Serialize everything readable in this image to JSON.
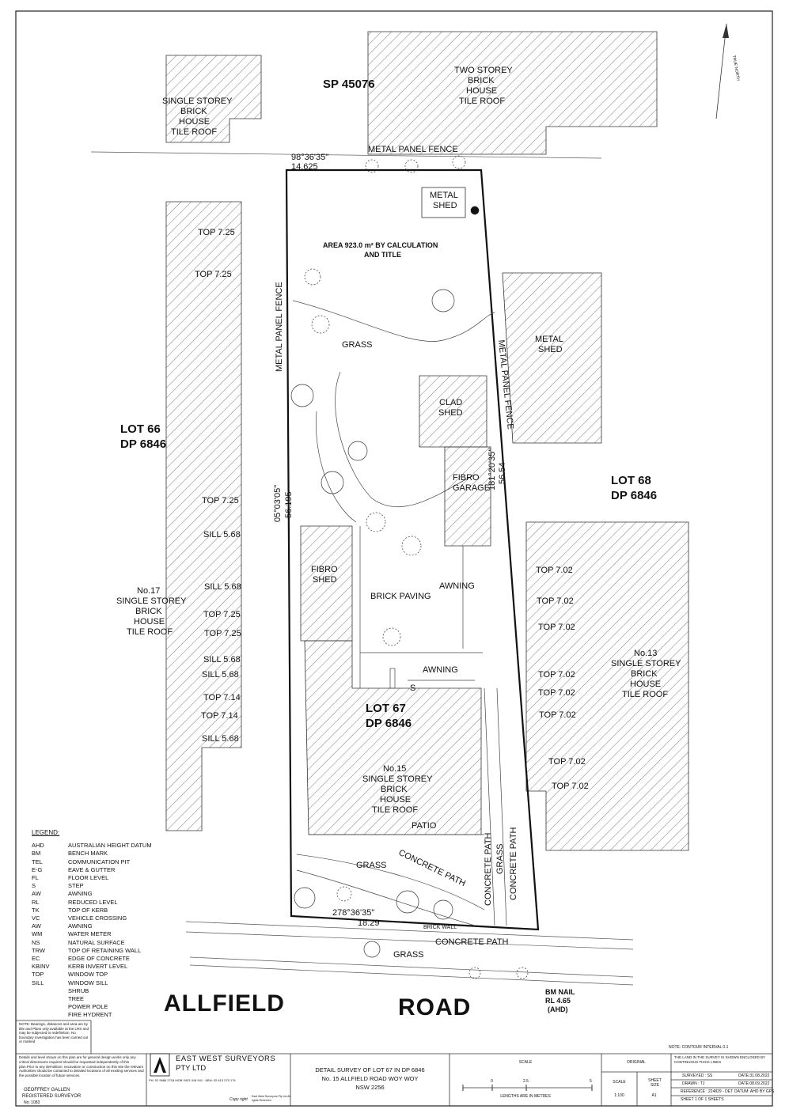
{
  "parcels": {
    "sp": "SP 45076",
    "lot66": [
      "LOT 66",
      "DP 6846"
    ],
    "lot67": [
      "LOT 67",
      "DP 6846"
    ],
    "lot68": [
      "LOT 68",
      "DP 6846"
    ]
  },
  "road": {
    "word1": "ALLFIELD",
    "word2": "ROAD"
  },
  "boundary": {
    "rear_bearing": "98°36'35\"",
    "rear_length": "14.625",
    "front_bearing": "278°36'35\"",
    "front_length": "18.29",
    "west_bearing": "05°03'05\"",
    "west_length": "56.195",
    "east_bearing": "181°20'35\"",
    "east_length": "56.54"
  },
  "area_note": [
    "AREA 923.0 m²  BY CALCULATION",
    "AND TITLE"
  ],
  "structures": {
    "single_storey_nw": [
      "SINGLE STOREY",
      "BRICK",
      "HOUSE",
      "TILE ROOF"
    ],
    "two_storey": [
      "TWO STOREY",
      "BRICK",
      "HOUSE",
      "TILE ROOF"
    ],
    "metal_shed_site": [
      "METAL",
      "SHED"
    ],
    "metal_shed_east": [
      "METAL",
      "SHED"
    ],
    "clad_shed": [
      "CLAD",
      "SHED"
    ],
    "fibro_garage": [
      "FIBRO",
      "GARAGE"
    ],
    "fibro_shed": [
      "FIBRO",
      "SHED"
    ],
    "awning_1": "AWNING",
    "awning_2": "AWNING",
    "brick_paving": "BRICK PAVING",
    "no15": [
      "No.15",
      "SINGLE STOREY",
      "BRICK",
      "HOUSE",
      "TILE ROOF"
    ],
    "no17": [
      "No.17",
      "SINGLE STOREY",
      "BRICK",
      "HOUSE",
      "TILE ROOF"
    ],
    "no13": [
      "No.13",
      "SINGLE STOREY",
      "BRICK",
      "HOUSE",
      "TILE ROOF"
    ],
    "patio": "PATIO",
    "step": "S"
  },
  "surface_labels": {
    "metal_fence_top": "METAL PANEL FENCE",
    "metal_fence_west": "METAL PANEL FENCE",
    "metal_fence_east": "METAL PANEL FENCE",
    "grass_upper": "GRASS",
    "grass_front": "GRASS",
    "grass_side": "GRASS",
    "grass_verge": "GRASS",
    "concrete_path_diag": "CONCRETE PATH",
    "concrete_path_v1": "CONCRETE PATH",
    "concrete_path_v2": "CONCRETE PATH",
    "concrete_path_road": "CONCRETE PATH",
    "brick_wall": "BRICK WALL"
  },
  "windows_west": [
    "TOP 7.25",
    "TOP 7.25",
    "TOP 7.25",
    "SILL 5.68",
    "SILL 5.68",
    "TOP 7.25",
    "TOP 7.25",
    "SILL 5.68",
    "SILL 5.68",
    "TOP 7.14",
    "TOP 7.14",
    "SILL 5.68"
  ],
  "windows_east": [
    "TOP 7.02",
    "TOP 7.02",
    "TOP 7.02",
    "TOP 7.02",
    "TOP 7.02",
    "TOP 7.02",
    "TOP 7.02",
    "TOP 7.02"
  ],
  "benchmark": [
    "BM NAIL",
    "RL  4.65",
    "(AHD)"
  ],
  "contour_note": "NOTE: CONTOUR INTERVAL  0.1",
  "legend": {
    "title": "LEGEND:",
    "items": [
      [
        "AHD",
        "AUSTRALIAN HEIGHT DATUM"
      ],
      [
        "BM",
        "BENCH MARK"
      ],
      [
        "TEL",
        "COMMUNICATION PIT"
      ],
      [
        "E-G",
        "EAVE & GUTTER"
      ],
      [
        "FL",
        "FLOOR LEVEL"
      ],
      [
        "S",
        "STEP"
      ],
      [
        "AW",
        "AWNING"
      ],
      [
        "RL",
        "REDUCED LEVEL"
      ],
      [
        "TK",
        "TOP OF KERB"
      ],
      [
        "VC",
        "VEHICLE CROSSING"
      ],
      [
        "AW",
        "AWNING"
      ],
      [
        "WM",
        "WATER METER"
      ],
      [
        "NS",
        "NATURAL SURFACE"
      ],
      [
        "TRW",
        "TOP OF RETAINING WALL"
      ],
      [
        "EC",
        "EDGE OF CONCRETE"
      ],
      [
        "KBINV",
        "KERB INVERT LEVEL"
      ],
      [
        "TOP",
        "WINDOW TOP"
      ],
      [
        "SILL",
        "WINDOW SILL"
      ],
      [
        "",
        "SHRUB"
      ],
      [
        "",
        "TREE"
      ],
      [
        "",
        "POWER POLE"
      ],
      [
        "",
        "FIRE HYDRENT"
      ]
    ]
  },
  "title_block": {
    "note": "NOTE: Bearings, distances and area are by title and Plans only available at the LRS and may be subjected to redefinition. No boundary investigation has been carried out or marked",
    "disclaimer": "Details and level shown on this plan are for general design works only any critical dimensions required should be requested independently of this plan.Prior to any demolition, excavation or construction on this site the relevant Authorities should be contacted to detailed locations of all existing services and the possible location of future services.",
    "surveyor_name": "GEOFFREY GALLEN",
    "surveyor_role": "REGISTERED SURVEYOR",
    "surveyor_no": "No: 1083",
    "company": [
      "EAST WEST SURVEYORS",
      "PTY LTD"
    ],
    "company_small": "PH: 02 9686 2718 MOB 0403 416 941 · ABN: 92 613 275 174",
    "copyright": "Copy right",
    "copyright_holder": "East West Surveyors Pty Ltd All rights Reserved",
    "title_lines": [
      "DETAIL SURVEY OF LOT 67 IN DP 6846",
      "No. 15 ALLFIELD ROAD WOY WOY",
      "NSW 2256"
    ],
    "scale_label": "SCALE",
    "scale_ticks": [
      "0",
      "2.5",
      "5"
    ],
    "scale_units": "LENGTHS ARE IN METRES",
    "original_label": "ORIGINAL",
    "scale_ratio_label": "SCALE",
    "scale_ratio": "1:100",
    "sheet_size_label": "SHEET SIZE",
    "sheet_size": "A1",
    "enclosure_note": "THE LAND IN THE SURVEY IS SHOWN ENCLOSED BY CONTINUOUS THICK LINES",
    "surveyed": "SURVEYED : SS",
    "drawn": "DRAWN : TJ",
    "date1": "DATE:31.08.2022",
    "date2": "DATE:08.09.2022",
    "reference": "REFERENCE : 224829 - DET",
    "datum": "DATUM: AHD BY GPS",
    "sheet": "SHEET  1  OF  1 SHEETS"
  },
  "north": "TRUE NORTH"
}
